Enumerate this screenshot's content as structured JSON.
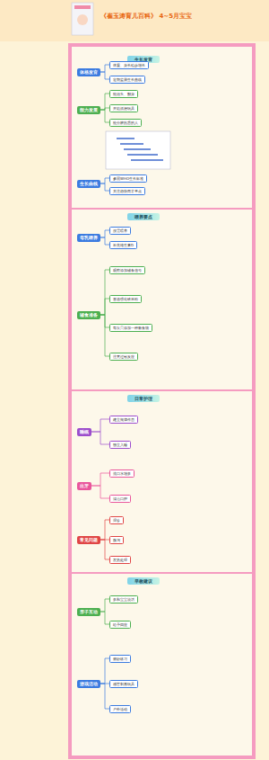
{
  "diagram": {
    "title": "《崔玉涛育儿百科》 4~5月宝宝",
    "nodes": [
      {
        "text": [
          "生长发育"
        ]
      },
      {
        "text": [
          "体格发育"
        ]
      },
      {
        "text": [
          "体重、身长稳步增长"
        ]
      },
      {
        "text": [
          "定期监测生长曲线"
        ]
      },
      {
        "text": [
          "能力发展"
        ]
      },
      {
        "text": [
          "能抬头、翻身"
        ]
      },
      {
        "text": [
          "开始抓握玩具"
        ]
      },
      {
        "text": [
          "能分辨熟悉的人"
        ]
      },
      {
        "text": [
          "生长曲线"
        ]
      },
      {
        "text": [
          "参照WHO生长标准"
        ]
      },
      {
        "text": [
          "关注趋势而非单点"
        ]
      },
      {
        "text": [
          "喂养要点"
        ]
      },
      {
        "text": [
          "母乳喂养"
        ]
      },
      {
        "text": [
          "按需喂养"
        ]
      },
      {
        "text": [
          "补充维生素D"
        ]
      },
      {
        "text": [
          "辅食准备"
        ]
      },
      {
        "text": [
          "观察添加辅食信号"
        ]
      },
      {
        "text": [
          "首选强化铁米粉"
        ]
      },
      {
        "text": [
          "每次只添加一种新食物"
        ]
      },
      {
        "text": [
          "注意过敏反应"
        ]
      },
      {
        "text": [
          "日常护理"
        ]
      },
      {
        "text": [
          "睡眠"
        ]
      },
      {
        "text": [
          "建立规律作息"
        ]
      },
      {
        "text": [
          "独立入睡"
        ]
      },
      {
        "text": [
          "出牙"
        ]
      },
      {
        "text": [
          "流口水增多"
        ]
      },
      {
        "text": [
          "清洁口腔"
        ]
      },
      {
        "text": [
          "常见问题"
        ]
      },
      {
        "text": [
          "湿疹"
        ]
      },
      {
        "text": [
          "腹泻"
        ]
      },
      {
        "text": [
          "发热处理"
        ]
      },
      {
        "text": [
          "早教建议"
        ]
      },
      {
        "text": [
          "亲子互动"
        ]
      },
      {
        "text": [
          "多和宝宝说话"
        ]
      },
      {
        "text": [
          "给予回应"
        ]
      },
      {
        "text": [
          "游戏活动"
        ]
      },
      {
        "text": [
          "俯卧练习"
        ]
      },
      {
        "text": [
          "感官刺激玩具"
        ]
      },
      {
        "text": [
          "户外活动"
        ]
      }
    ],
    "edges": [
      {
        "from": 1,
        "to": 2,
        "arrow": "none"
      },
      {
        "from": 1,
        "to": 3,
        "arrow": "none"
      },
      {
        "from": 4,
        "to": 5,
        "arrow": "none"
      },
      {
        "from": 4,
        "to": 6,
        "arrow": "none"
      },
      {
        "from": 4,
        "to": 7,
        "arrow": "none"
      },
      {
        "from": 8,
        "to": 9,
        "arrow": "none"
      },
      {
        "from": 8,
        "to": 10,
        "arrow": "none"
      },
      {
        "from": 12,
        "to": 13,
        "arrow": "none"
      },
      {
        "from": 12,
        "to": 14,
        "arrow": "none"
      },
      {
        "from": 15,
        "to": 16,
        "arrow": "none"
      },
      {
        "from": 15,
        "to": 17,
        "arrow": "none"
      },
      {
        "from": 15,
        "to": 18,
        "arrow": "none"
      },
      {
        "from": 15,
        "to": 19,
        "arrow": "none"
      },
      {
        "from": 21,
        "to": 22,
        "arrow": "none"
      },
      {
        "from": 21,
        "to": 23,
        "arrow": "none"
      },
      {
        "from": 24,
        "to": 25,
        "arrow": "none"
      },
      {
        "from": 24,
        "to": 26,
        "arrow": "none"
      },
      {
        "from": 27,
        "to": 28,
        "arrow": "none"
      },
      {
        "from": 27,
        "to": 29,
        "arrow": "none"
      },
      {
        "from": 27,
        "to": 30,
        "arrow": "none"
      },
      {
        "from": 32,
        "to": 33,
        "arrow": "none"
      },
      {
        "from": 32,
        "to": 34,
        "arrow": "none"
      },
      {
        "from": 35,
        "to": 36,
        "arrow": "none"
      },
      {
        "from": 35,
        "to": 37,
        "arrow": "none"
      },
      {
        "from": 35,
        "to": 38,
        "arrow": "none"
      }
    ]
  }
}
